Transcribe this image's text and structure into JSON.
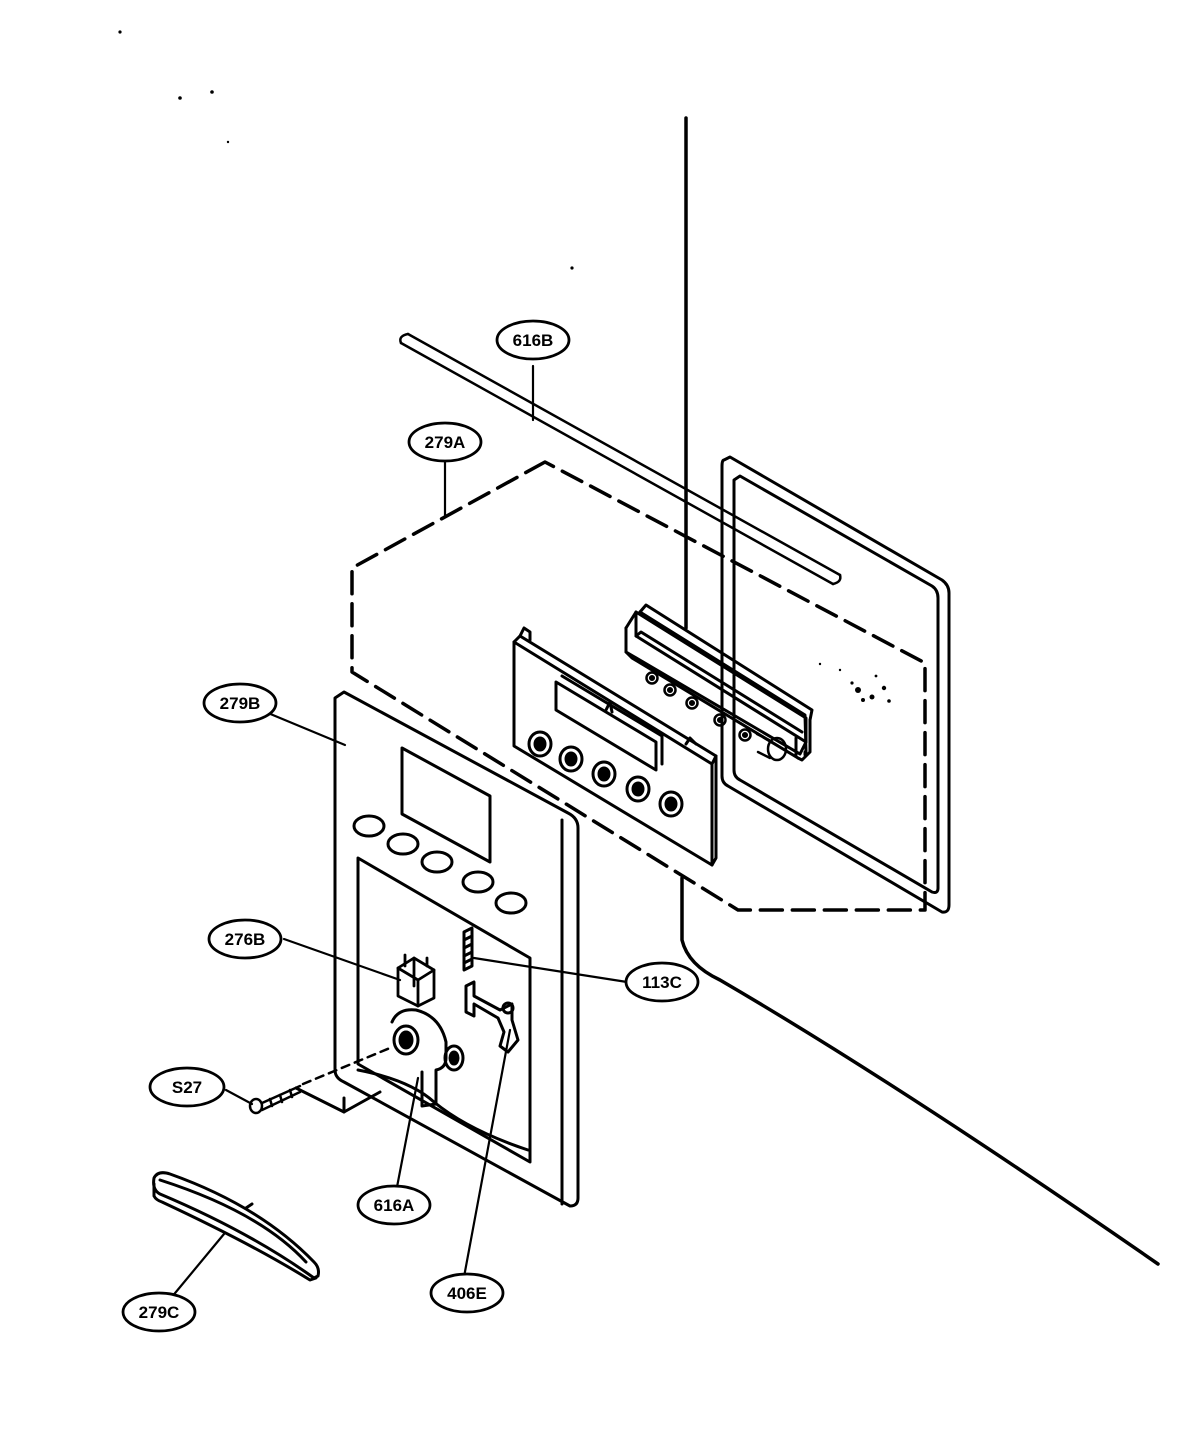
{
  "diagram": {
    "colors": {
      "ink": "#000000",
      "paper": "#ffffff"
    },
    "callouts": {
      "c616B": "616B",
      "c279A": "279A",
      "c279B": "279B",
      "c276B": "276B",
      "c113C": "113C",
      "cS27": "S27",
      "c616A": "616A",
      "c406E": "406E",
      "c279C": "279C"
    }
  }
}
